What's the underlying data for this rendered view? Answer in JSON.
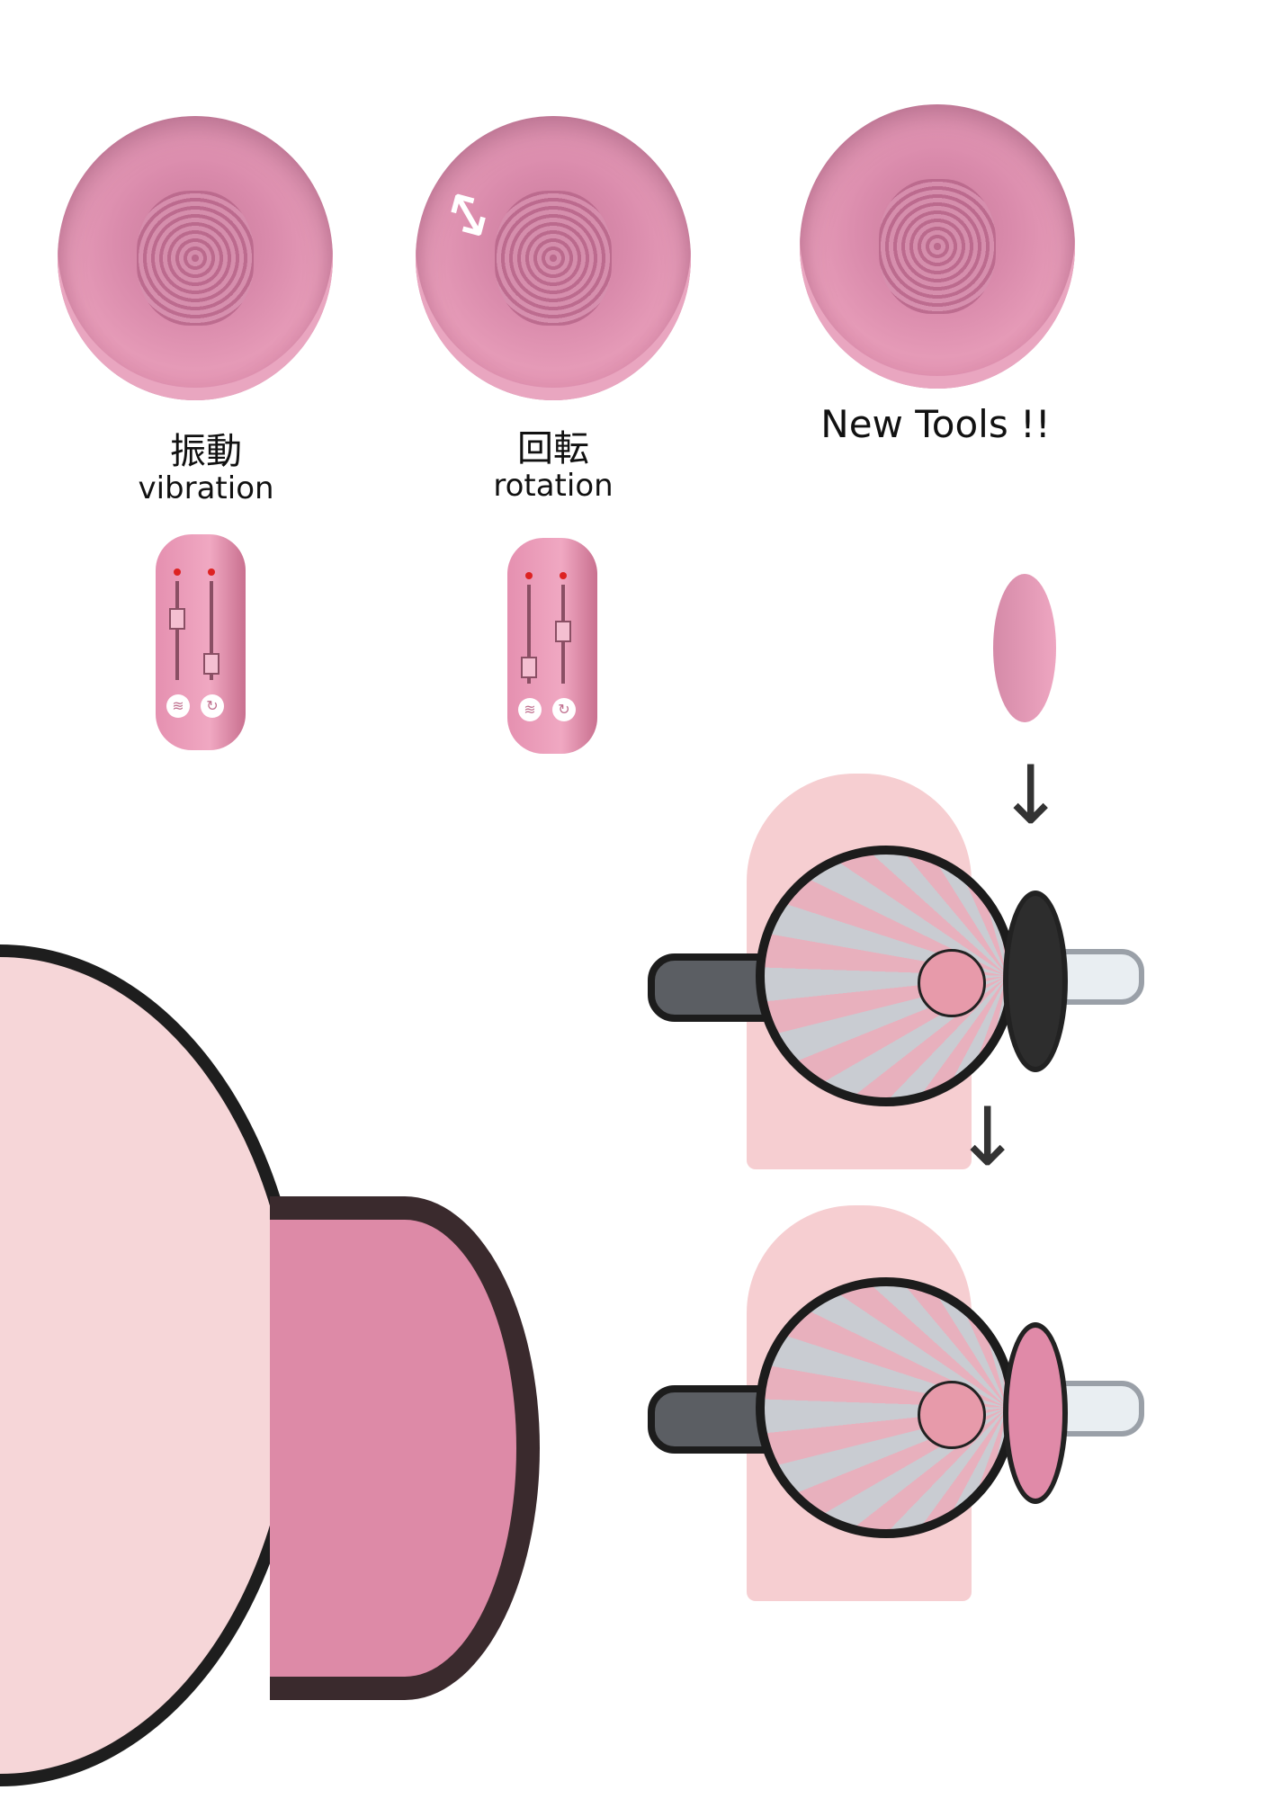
{
  "labels": {
    "vibration": {
      "jp": "振動",
      "en": "vibration"
    },
    "rotation": {
      "jp": "回転",
      "en": "rotation"
    },
    "new_tools": "New Tools !!"
  },
  "colors": {
    "accent_pink": "#e59ab7",
    "outline": "#1c1c1c"
  }
}
